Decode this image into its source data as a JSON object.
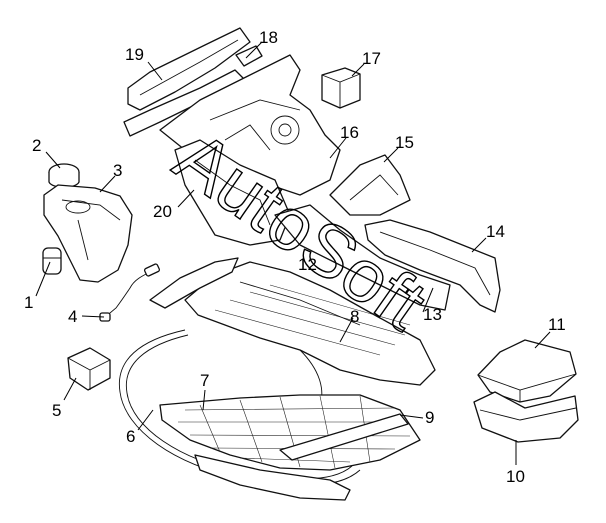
{
  "watermark": "AutoSoft",
  "callouts": {
    "c1": "1",
    "c2": "2",
    "c3": "3",
    "c4": "4",
    "c5": "5",
    "c6": "6",
    "c7": "7",
    "c8": "8",
    "c9": "9",
    "c10": "10",
    "c11": "11",
    "c12": "12",
    "c13": "13",
    "c14": "14",
    "c15": "15",
    "c16": "16",
    "c17": "17",
    "c18": "18",
    "c19": "19",
    "c20": "20"
  },
  "colors": {
    "line": "#111111",
    "background": "#ffffff"
  }
}
